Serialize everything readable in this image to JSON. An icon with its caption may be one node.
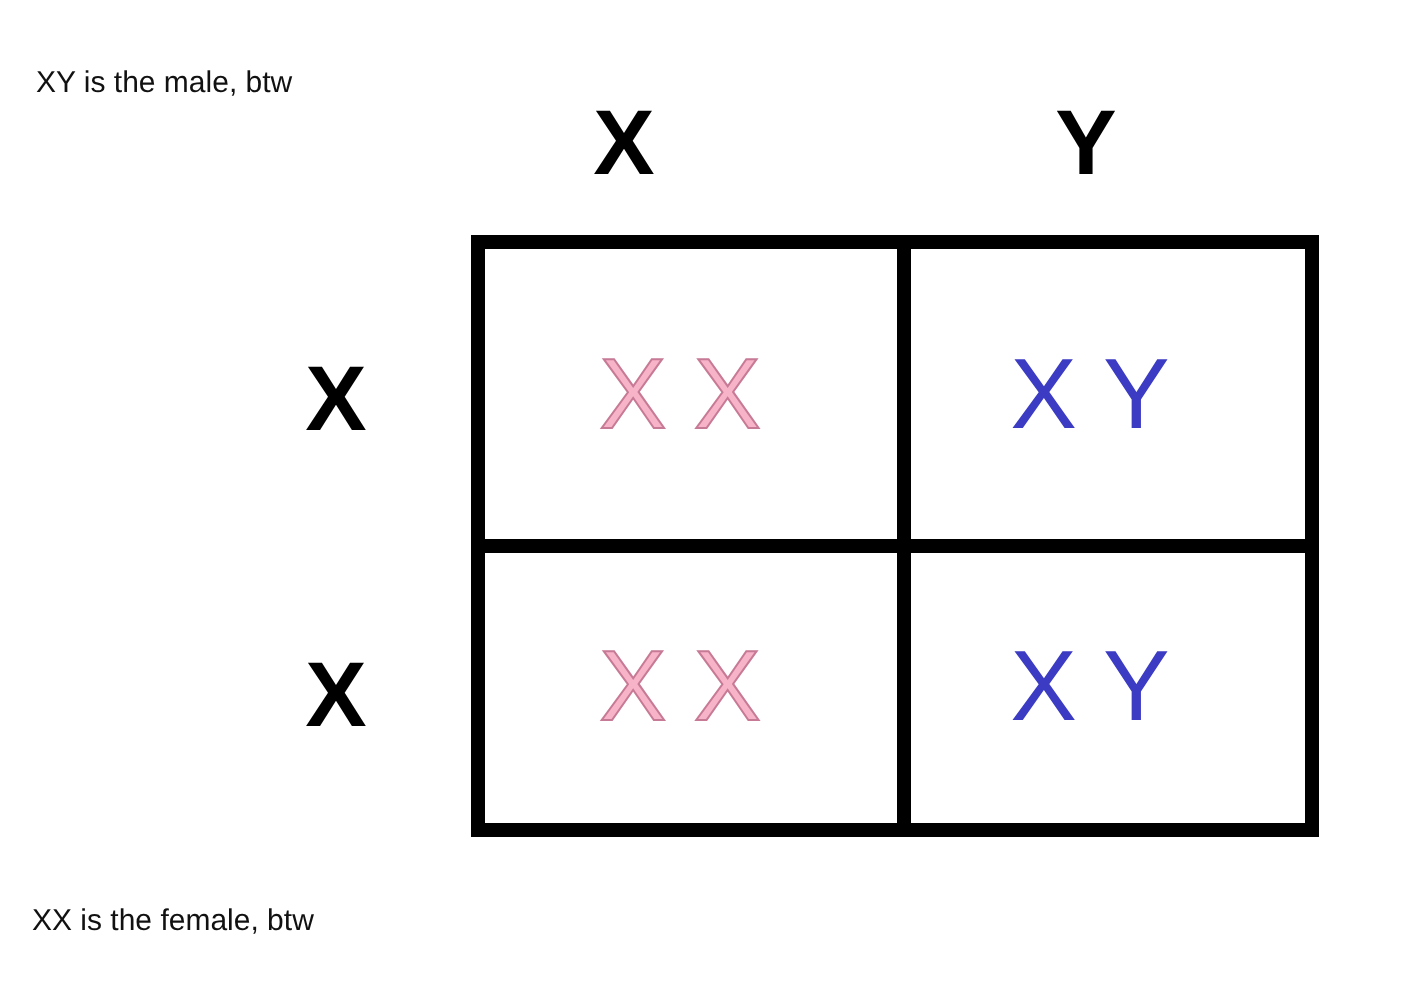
{
  "diagram": {
    "labels": [
      "XY is the male, btw",
      "X",
      "Y",
      "X",
      "X X",
      "X Y",
      "X",
      "X X",
      "X Y",
      "XX is the female, btw"
    ]
  }
}
